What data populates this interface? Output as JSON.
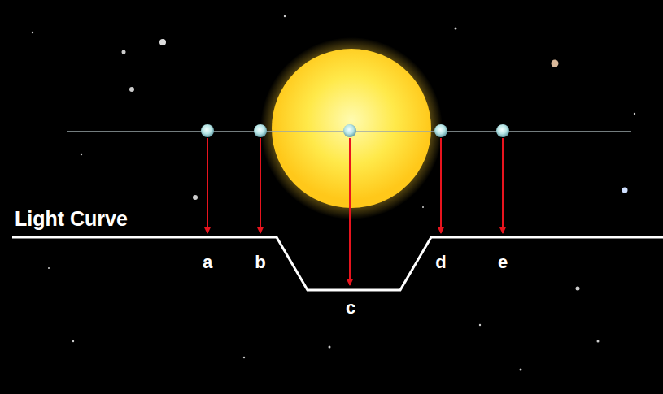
{
  "diagram": {
    "labels": [
      "Light Curve",
      "a",
      "b",
      "c",
      "d",
      "e"
    ]
  }
}
